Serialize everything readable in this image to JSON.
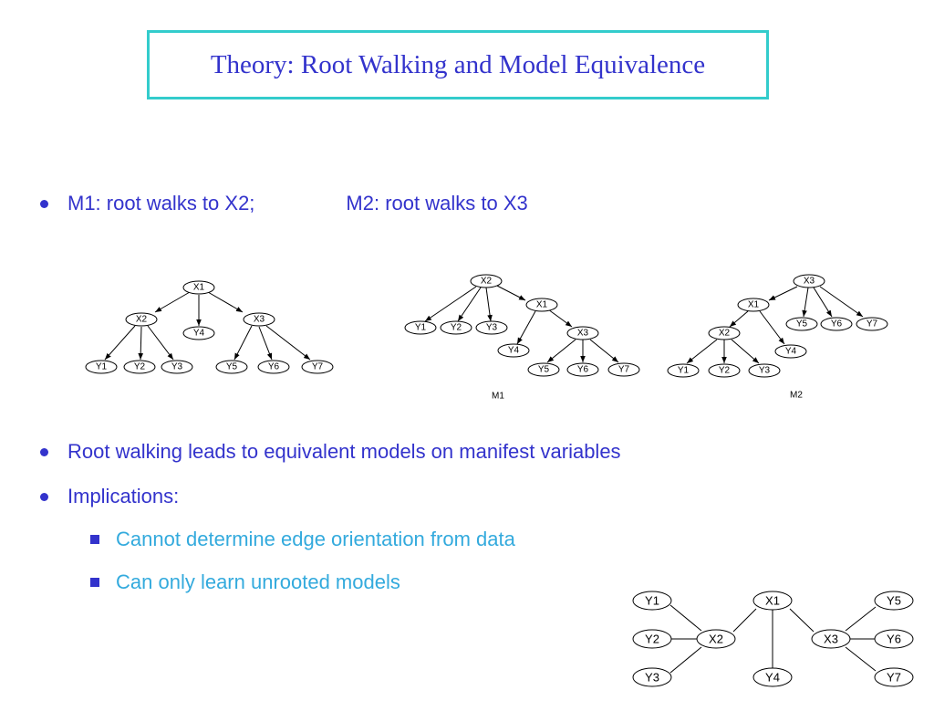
{
  "title": "Theory: Root Walking and Model Equivalence",
  "bullets": {
    "b1_left": "M1: root walks to X2;",
    "b1_right": "M2: root walks to X3",
    "b2": "Root walking leads to equivalent models on manifest variables",
    "b3": "Implications:",
    "s1": "Cannot determine edge orientation from data",
    "s2": "Can only learn unrooted models"
  },
  "labels": {
    "m1": "M1",
    "m2": "M2"
  },
  "nodes": {
    "x1": "X1",
    "x2": "X2",
    "x3": "X3",
    "y1": "Y1",
    "y2": "Y2",
    "y3": "Y3",
    "y4": "Y4",
    "y5": "Y5",
    "y6": "Y6",
    "y7": "Y7"
  },
  "colors": {
    "title_border": "#33cccc",
    "title_text": "#3333cc",
    "bullet_text": "#3333cc",
    "sub_bullet_text": "#33aadd"
  }
}
